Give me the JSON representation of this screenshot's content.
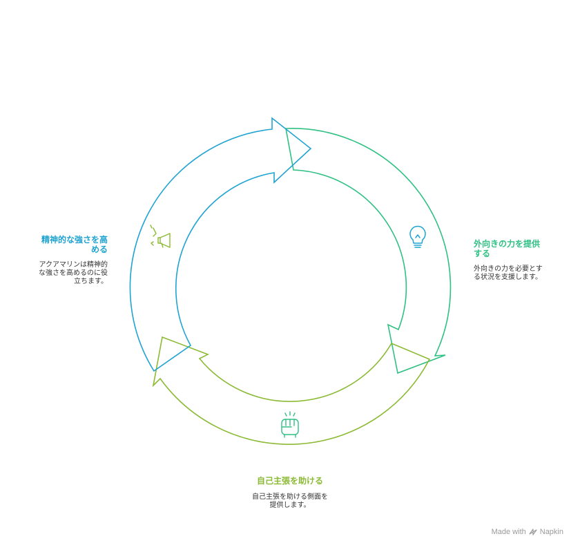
{
  "colors": {
    "blue": "#1fa3d1",
    "green": "#2fc083",
    "olive": "#8bba34",
    "text": "#333333",
    "footer": "#9a9a9a"
  },
  "steps": [
    {
      "title": "精神的な強さを高める",
      "description": "アクアマリンは精神的な強さを高めるのに役立ちます。",
      "icon": "megaphone-icon",
      "color": "#1fa3d1"
    },
    {
      "title": "外向きの力を提供する",
      "description": "外向きの力を必要とする状況を支援します。",
      "icon": "lightbulb-icon",
      "color": "#2fc083"
    },
    {
      "title": "自己主張を助ける",
      "description": "自己主張を助ける側面を提供します。",
      "icon": "fist-icon",
      "color": "#8bba34"
    }
  ],
  "footer": {
    "made_with": "Made with",
    "brand": "Napkin"
  }
}
